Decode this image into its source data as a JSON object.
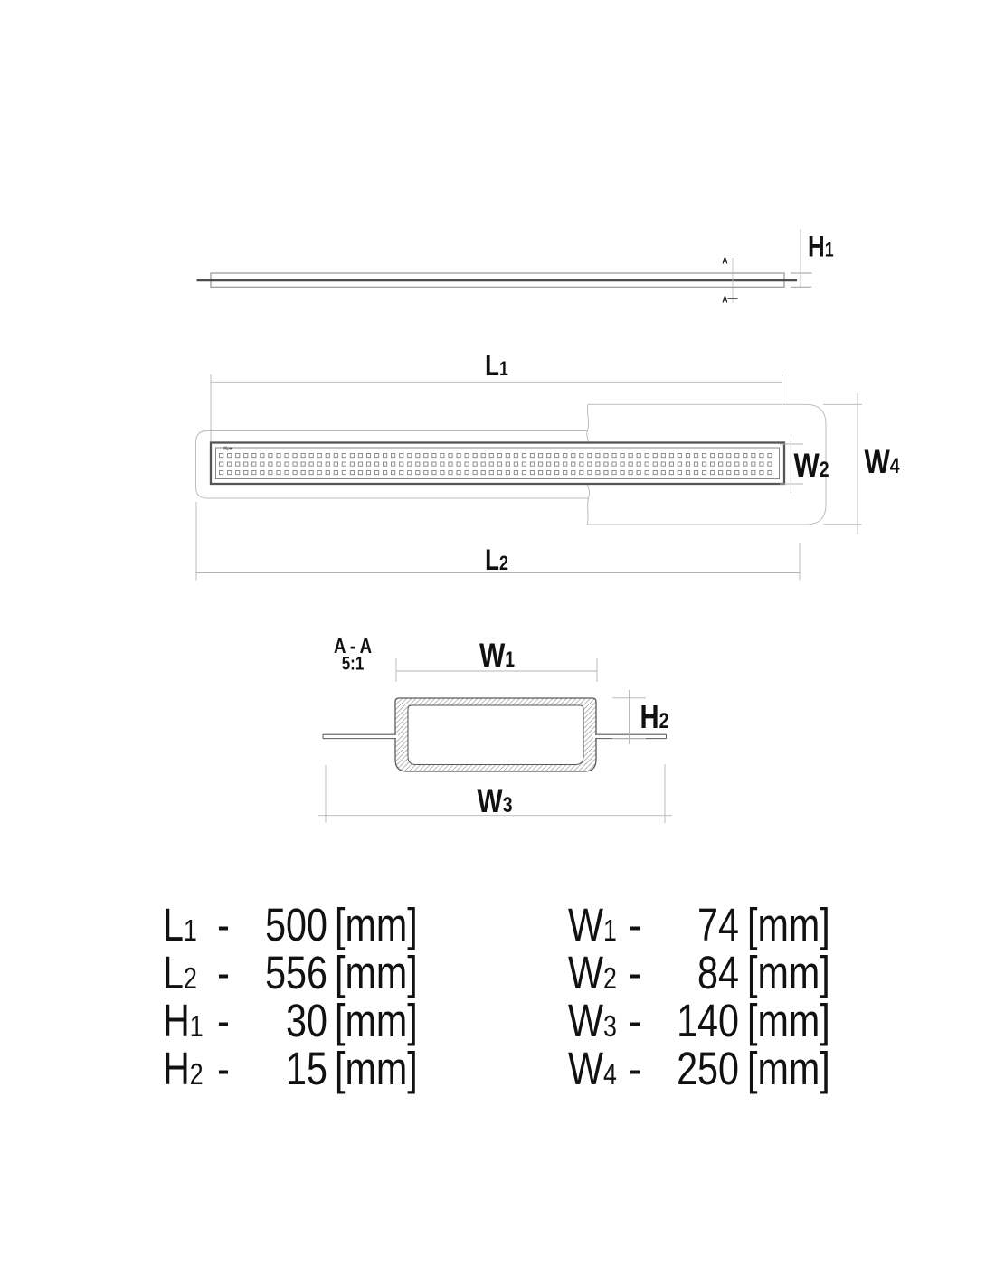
{
  "side_view": {
    "h1_label": {
      "base": "H",
      "sub": "1"
    },
    "section_marker_top": "A",
    "section_marker_bottom": "A"
  },
  "top_view": {
    "l1_label": {
      "base": "L",
      "sub": "1"
    },
    "l2_label": {
      "base": "L",
      "sub": "2"
    },
    "w2_label": {
      "base": "W",
      "sub": "2"
    },
    "w4_label": {
      "base": "W",
      "sub": "4"
    },
    "logo_text": "Wiper"
  },
  "section_view": {
    "title": "A - A",
    "scale_label": "5:1",
    "w1_label": {
      "base": "W",
      "sub": "1"
    },
    "h2_label": {
      "base": "H",
      "sub": "2"
    },
    "w3_label": {
      "base": "W",
      "sub": "3"
    }
  },
  "table": {
    "separator": "-",
    "left_column": [
      {
        "base": "L",
        "sub": "1",
        "value": "500",
        "unit": "[mm]"
      },
      {
        "base": "L",
        "sub": "2",
        "value": "556",
        "unit": "[mm]"
      },
      {
        "base": "H",
        "sub": "1",
        "value": "30",
        "unit": "[mm]"
      },
      {
        "base": "H",
        "sub": "2",
        "value": "15",
        "unit": "[mm]"
      }
    ],
    "right_column": [
      {
        "base": "W",
        "sub": "1",
        "value": "74",
        "unit": "[mm]"
      },
      {
        "base": "W",
        "sub": "2",
        "value": "84",
        "unit": "[mm]"
      },
      {
        "base": "W",
        "sub": "3",
        "value": "140",
        "unit": "[mm]"
      },
      {
        "base": "W",
        "sub": "4",
        "value": "250",
        "unit": "[mm]"
      }
    ]
  }
}
